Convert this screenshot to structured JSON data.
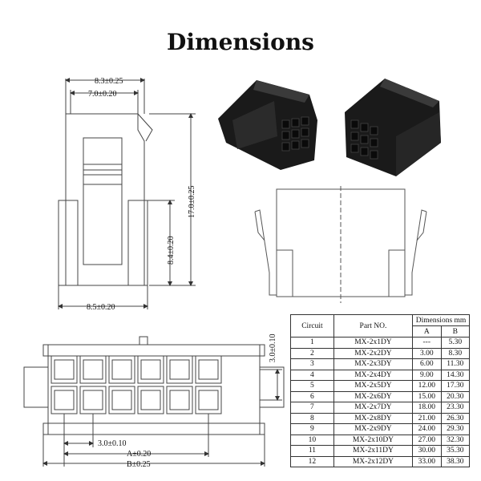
{
  "title": "Dimensions",
  "side_view": {
    "top_outer": "8.3±0.25",
    "top_inner": "7.0±0.20",
    "height": "17.0±0.25",
    "latch_height": "8.4±0.20",
    "bottom_width": "8.5±0.20"
  },
  "front_view": {
    "pitch": "3.0±0.10",
    "row_pitch": "3.0±0.10",
    "dim_a": "A±0.20",
    "dim_b": "B±0.25"
  },
  "table": {
    "headers": {
      "circuit": "Circuit",
      "part": "Part NO.",
      "dims": "Dimensions mm",
      "a": "A",
      "b": "B"
    },
    "rows": [
      [
        "1",
        "MX-2x1DY",
        "---",
        "5.30"
      ],
      [
        "2",
        "MX-2x2DY",
        "3.00",
        "8.30"
      ],
      [
        "3",
        "MX-2x3DY",
        "6.00",
        "11.30"
      ],
      [
        "4",
        "MX-2x4DY",
        "9.00",
        "14.30"
      ],
      [
        "5",
        "MX-2x5DY",
        "12.00",
        "17.30"
      ],
      [
        "6",
        "MX-2x6DY",
        "15.00",
        "20.30"
      ],
      [
        "7",
        "MX-2x7DY",
        "18.00",
        "23.30"
      ],
      [
        "8",
        "MX-2x8DY",
        "21.00",
        "26.30"
      ],
      [
        "9",
        "MX-2x9DY",
        "24.00",
        "29.30"
      ],
      [
        "10",
        "MX-2x10DY",
        "27.00",
        "32.30"
      ],
      [
        "11",
        "MX-2x11DY",
        "30.00",
        "35.30"
      ],
      [
        "12",
        "MX-2x12DY",
        "33.00",
        "38.30"
      ]
    ]
  },
  "colors": {
    "line": "#333333",
    "connector_body": "#1a1a1a"
  }
}
